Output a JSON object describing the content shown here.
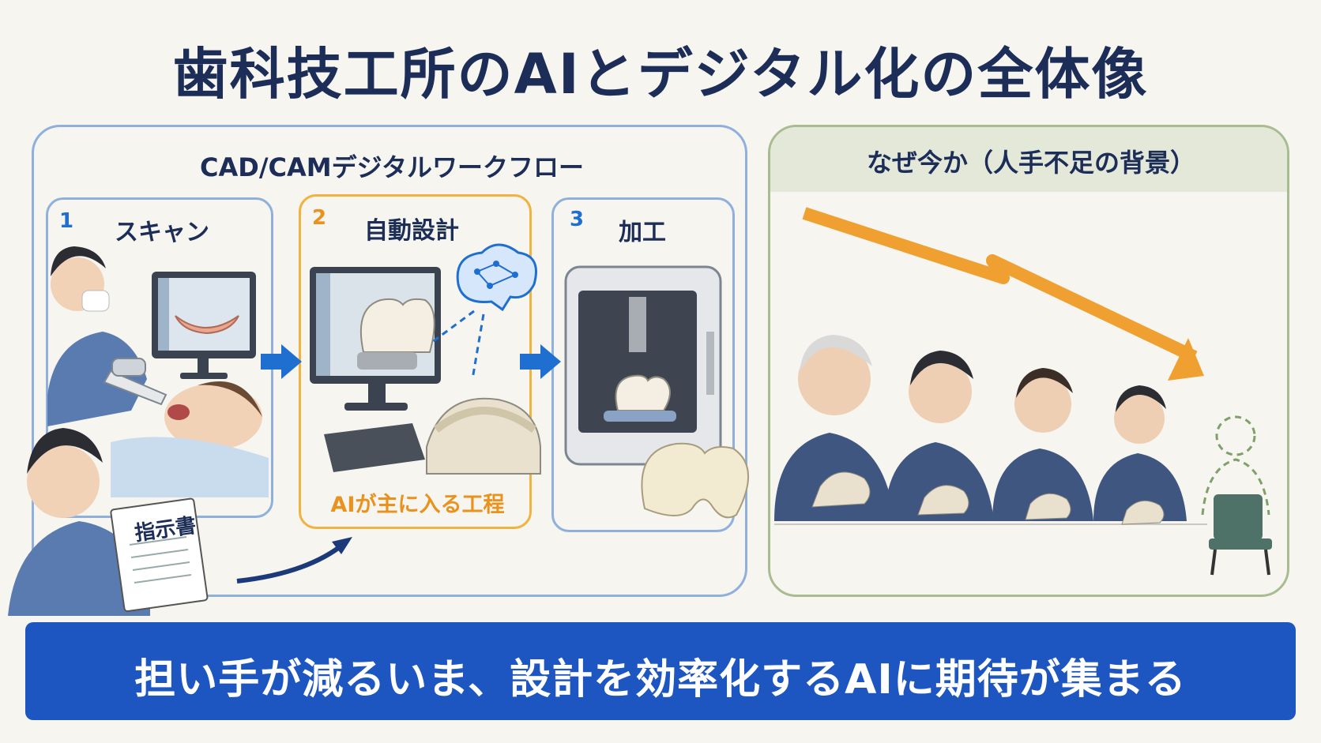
{
  "title": "歯科技工所のAIとデジタル化の全体像",
  "workflow": {
    "title": "CAD/CAMデジタルワークフロー",
    "steps": [
      {
        "number": "1",
        "label": "スキャン"
      },
      {
        "number": "2",
        "label": "自動設計",
        "note": "AIが主に入る工程"
      },
      {
        "number": "3",
        "label": "加工"
      }
    ],
    "instruction_sheet": "指示書"
  },
  "background": {
    "title": "なぜ今か（人手不足の背景）"
  },
  "banner": "担い手が減るいま、設計を効率化するAIに期待が集まる",
  "colors": {
    "navy": "#1c2d57",
    "blue_accent": "#1f6fd1",
    "orange_accent": "#e9921e",
    "banner_blue": "#1d56c0",
    "workflow_border": "#8fb0dc",
    "background_border": "#a9bc91"
  }
}
